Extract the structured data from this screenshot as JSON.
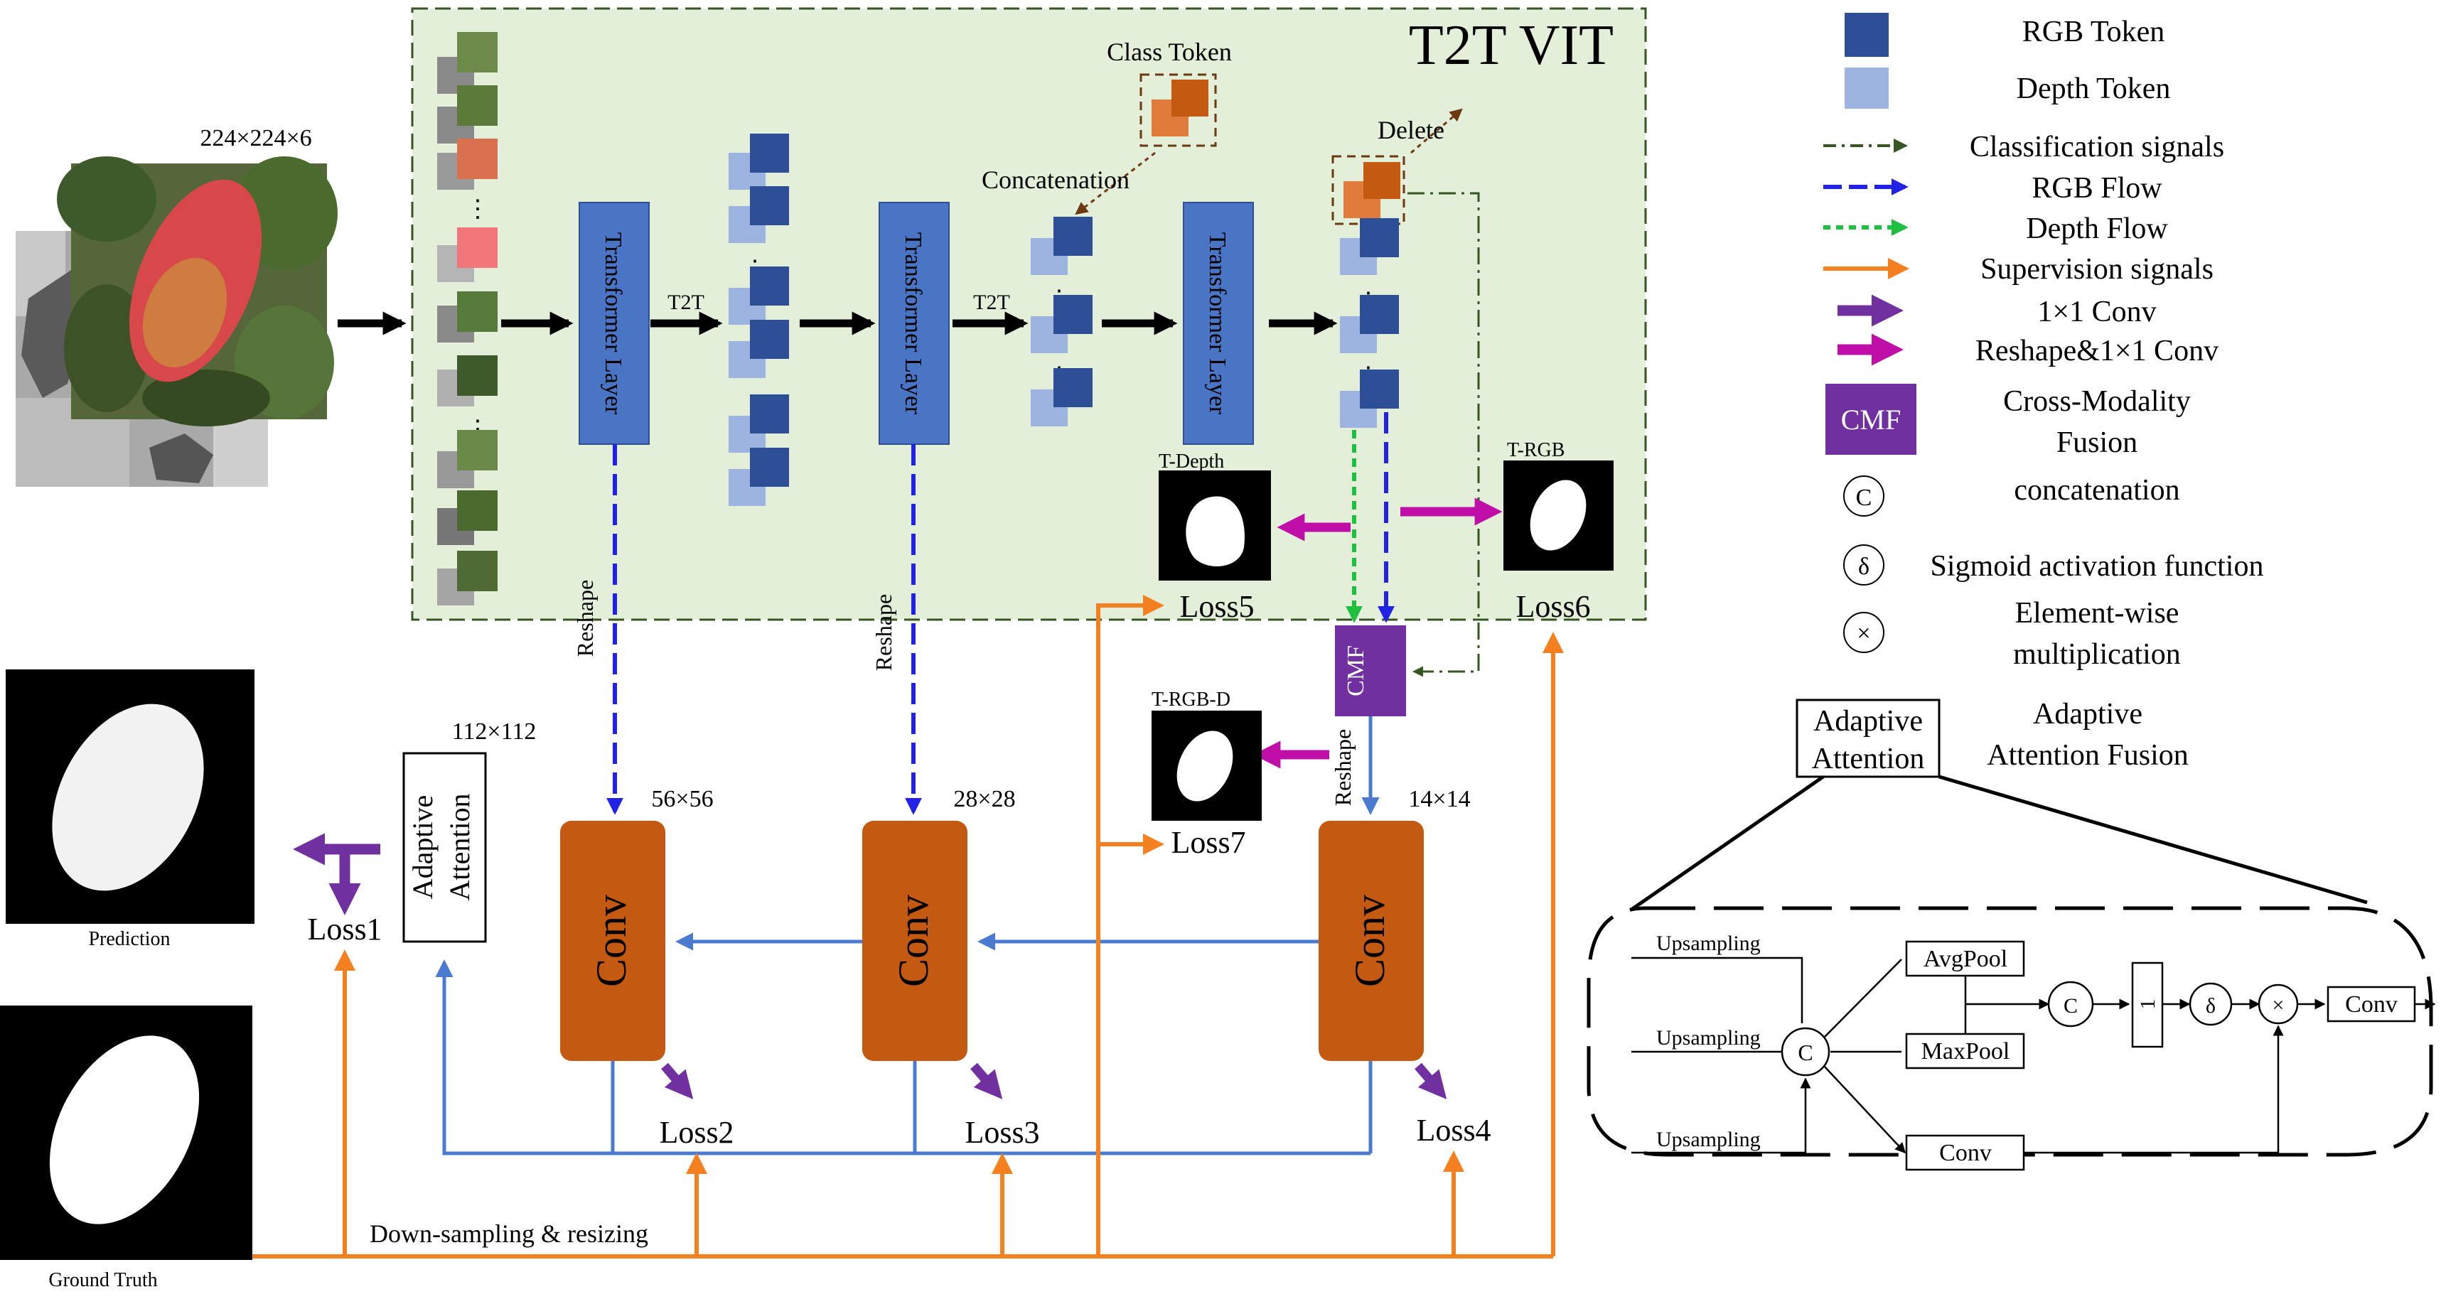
{
  "title": "T2T VIT",
  "input": {
    "size_label": "224×224×6"
  },
  "labels": {
    "class_token": "Class Token",
    "concatenation": "Concatenation",
    "delete": "Delete",
    "t2t": "T2T",
    "reshape": "Reshape",
    "transformer_layer": "Transformer Layer",
    "cmf": "CMF",
    "conv": "Conv",
    "adaptive_attention": "Adaptive Attention",
    "downsampling": "Down-sampling & resizing",
    "prediction": "Prediction",
    "ground_truth": "Ground Truth"
  },
  "sizes": {
    "s112": "112×112",
    "s56": "56×56",
    "s28": "28×28",
    "s14": "14×14"
  },
  "maps": {
    "t_depth": "T-Depth",
    "t_rgb": "T-RGB",
    "t_rgb_d": "T-RGB-D"
  },
  "losses": [
    "Loss1",
    "Loss2",
    "Loss3",
    "Loss4",
    "Loss5",
    "Loss6",
    "Loss7"
  ],
  "legend": {
    "rgb_token": "RGB Token",
    "depth_token": "Depth Token",
    "classification": "Classification signals",
    "rgb_flow": "RGB Flow",
    "depth_flow": "Depth Flow",
    "supervision": "Supervision signals",
    "conv1x1": "1×1 Conv",
    "reshape_conv": "Reshape&1×1 Conv",
    "cmf_line1": "Cross-Modality",
    "cmf_line2": "Fusion",
    "concatenation": "concatenation",
    "sigmoid": "Sigmoid activation function",
    "elementwise_line1": "Element-wise",
    "elementwise_line2": "multiplication",
    "aaf_line1": "Adaptive",
    "aaf_line2": "Attention Fusion"
  },
  "aa_box": {
    "line1": "Adaptive",
    "line2": "Attention"
  },
  "detail": {
    "upsampling": "Upsampling",
    "avgpool": "AvgPool",
    "maxpool": "MaxPool",
    "conv": "Conv",
    "c": "C",
    "delta": "δ",
    "times": "×",
    "one": "1"
  },
  "colors": {
    "rgb_token": "#2d4f98",
    "depth_token": "#9db4e0",
    "transformer": "#4a74c4",
    "conv": "#c45911",
    "cmf": "#7030a0",
    "supervision": "#f5801f",
    "rgb_flow": "#2222e6",
    "depth_flow": "#1fbf3f",
    "classification": "#375623",
    "conv1x1": "#7030a0",
    "reshape_conv": "#c00fa8",
    "decoder_flow": "#4a7bd0",
    "vit_bg": "#e3efd9",
    "class_token": "#e07b3c"
  }
}
